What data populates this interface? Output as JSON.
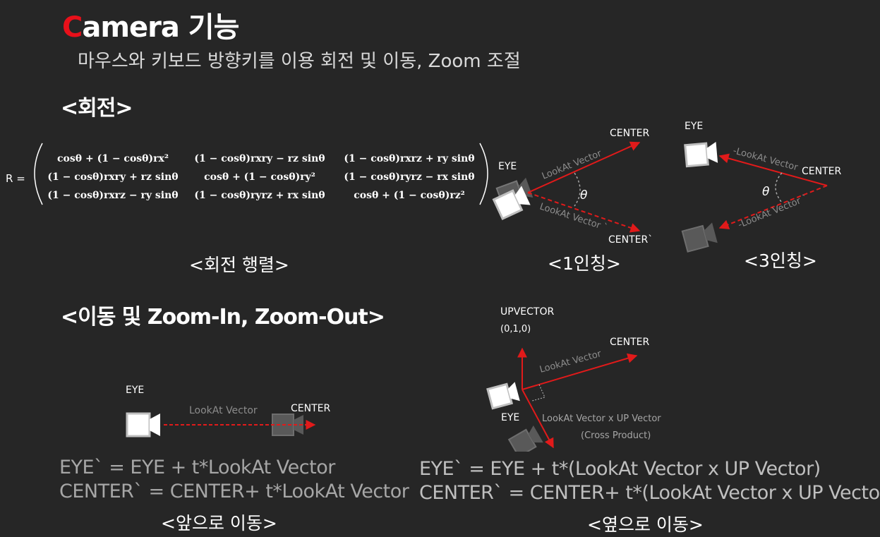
{
  "title": {
    "first_letter": "C",
    "rest": "amera 기능"
  },
  "subtitle": "마우스와 키보드 방향키를 이용 회전 및 이동, Zoom 조절",
  "rotation": {
    "heading": "<회전>",
    "matrix_prefix": "R =",
    "matrix_rows": [
      [
        "cosθ + (1 − cosθ)rx²",
        "(1 − cosθ)rxry − rz sinθ",
        "(1 − cosθ)rxrz + ry sinθ"
      ],
      [
        "(1 − cosθ)rxry + rz sinθ",
        "cosθ + (1 − cosθ)ry²",
        "(1 − cosθ)ryrz − rx sinθ"
      ],
      [
        "(1 − cosθ)rxrz − ry sinθ",
        "(1 − cosθ)ryrz + rx sinθ",
        "cosθ + (1 − cosθ)rz²"
      ]
    ],
    "matrix_caption": "<회전 행렬>",
    "first_person": {
      "eye": "EYE",
      "center": "CENTER",
      "center_prime": "CENTER`",
      "lookat": "LookAt Vector",
      "lookat_prime": "LookAt Vector `",
      "theta": "θ",
      "caption": "<1인칭>"
    },
    "third_person": {
      "eye": "EYE",
      "center": "CENTER",
      "lookat": "-LookAt Vector",
      "lookat_prime": "-LookAt Vector `",
      "theta": "θ",
      "caption": "<3인칭>"
    }
  },
  "movement": {
    "heading": "<이동 및 Zoom-In, Zoom-Out>",
    "forward": {
      "eye": "EYE",
      "center": "CENTER",
      "lookat": "LookAt Vector",
      "formula1": "EYE` = EYE + t*LookAt Vector",
      "formula2": "CENTER` = CENTER+ t*LookAt Vector",
      "caption": "<앞으로 이동>"
    },
    "side": {
      "upvector": "UPVECTOR",
      "upvector_value": "(0,1,0)",
      "center": "CENTER",
      "lookat": "LookAt Vector",
      "eye": "EYE",
      "cross": "LookAt Vector  x  UP Vector",
      "cross_note": "(Cross Product)",
      "formula1": "EYE` = EYE + t*(LookAt Vector x UP Vector)",
      "formula2": "CENTER` = CENTER+ t*(LookAt Vector x UP Vector)",
      "caption": "<옆으로 이동>"
    }
  },
  "colors": {
    "accent": "#e8101a",
    "arrow": "#e11a1a",
    "ghost_camera": "#595959"
  }
}
